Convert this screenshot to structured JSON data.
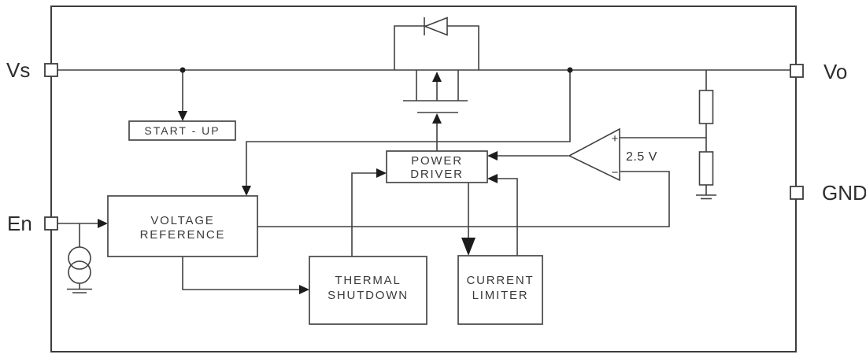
{
  "pins": {
    "vs": {
      "label": "Vs"
    },
    "en": {
      "label": "En"
    },
    "vo": {
      "label": "Vo"
    },
    "gnd": {
      "label": "GND"
    }
  },
  "blocks": {
    "startup": {
      "label": "START - UP"
    },
    "voltage_reference": {
      "line1": "VOLTAGE",
      "line2": "REFERENCE"
    },
    "thermal_shutdown": {
      "line1": "THERMAL",
      "line2": "SHUTDOWN"
    },
    "power_driver": {
      "line1": "POWER",
      "line2": "DRIVER"
    },
    "current_limiter": {
      "line1": "CURRENT",
      "line2": "LIMITER"
    }
  },
  "error_amplifier": {
    "plus_label": "+",
    "minus_label": "−",
    "reference_voltage": "2.5 V"
  },
  "colors": {
    "wire": "#404040",
    "text": "#3a3a3a",
    "arrow": "#1c1c1c",
    "background": "#ffffff"
  }
}
